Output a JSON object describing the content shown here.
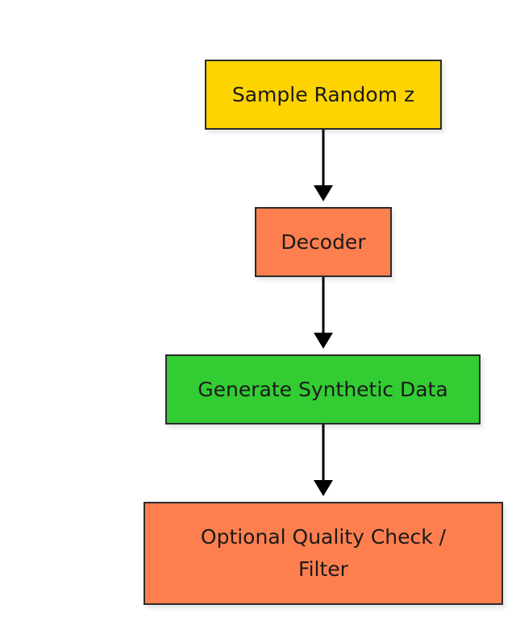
{
  "diagram": {
    "nodes": [
      {
        "id": "sample",
        "label": "Sample Random z",
        "color": "#fed400"
      },
      {
        "id": "decoder",
        "label": "Decoder",
        "color": "#fd7f4f"
      },
      {
        "id": "generate",
        "label": "Generate Synthetic Data",
        "color": "#33cc33"
      },
      {
        "id": "filter",
        "label_lines": [
          "Optional Quality Check /",
          "Filter"
        ],
        "color": "#fd7f4f"
      }
    ],
    "edges": [
      {
        "from": "sample",
        "to": "decoder"
      },
      {
        "from": "decoder",
        "to": "generate"
      },
      {
        "from": "generate",
        "to": "filter"
      }
    ],
    "arrow_color": "#000000"
  }
}
